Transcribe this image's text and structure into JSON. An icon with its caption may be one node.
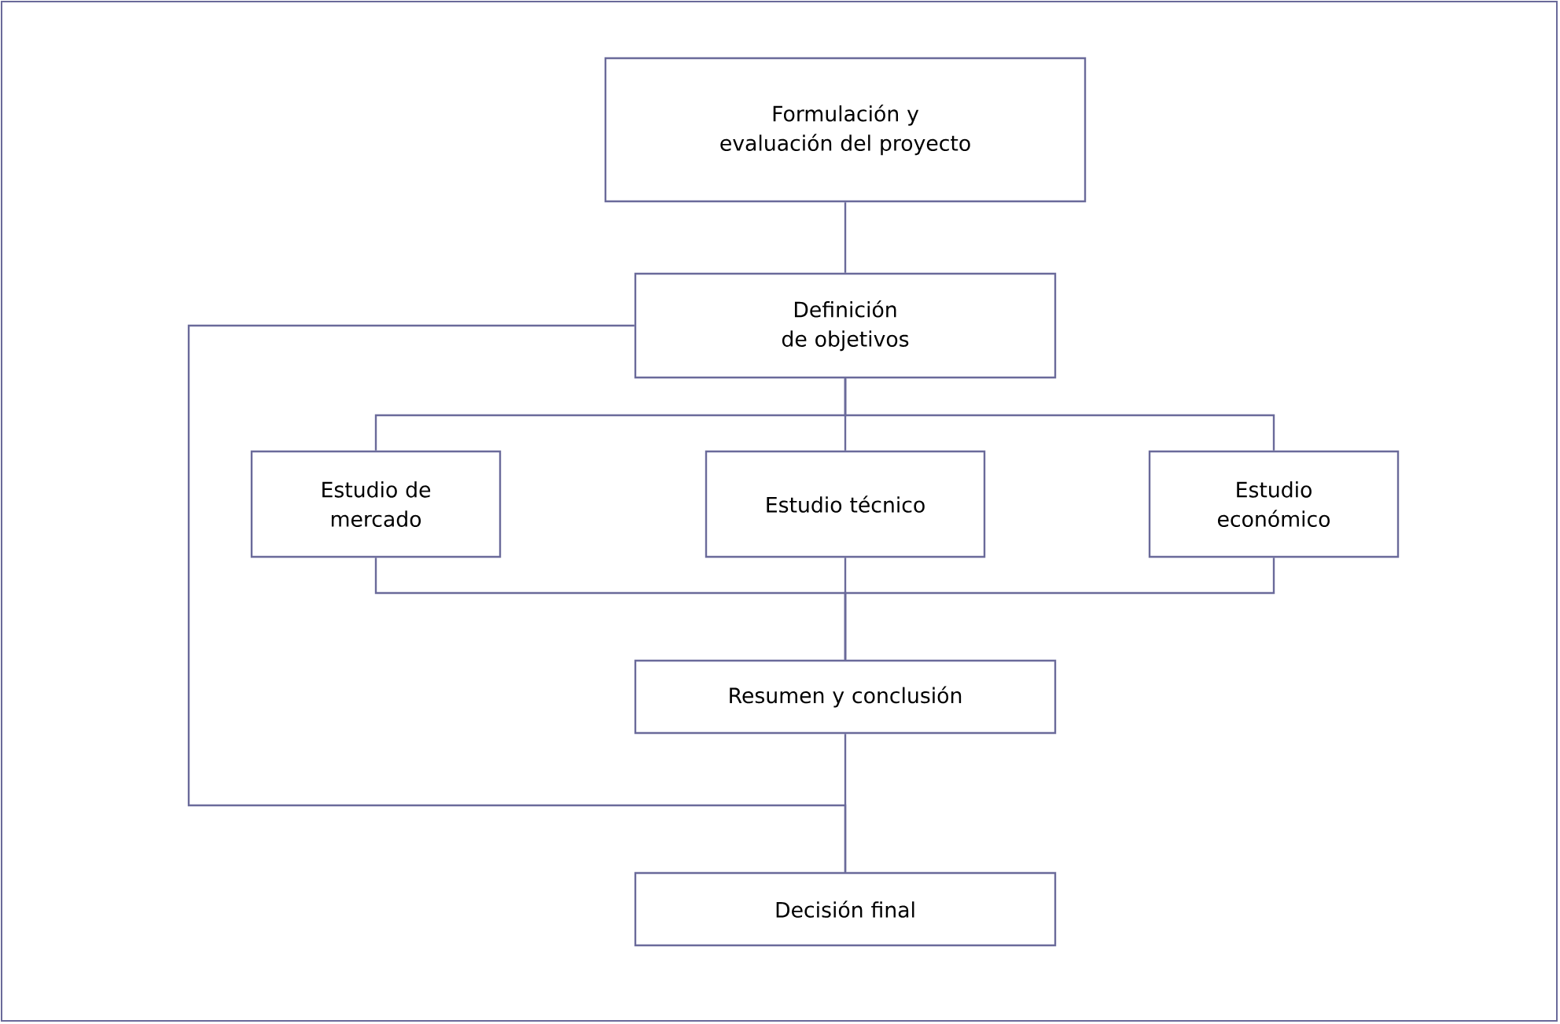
{
  "diagram": {
    "nodes": [
      {
        "text": [
          "Formulación y evaluación del proyecto"
        ]
      },
      {
        "text": [
          "Definición de objetivos"
        ]
      },
      {
        "text": [
          "Estudio de mercado"
        ]
      },
      {
        "text": [
          "Estudio técnico"
        ]
      },
      {
        "text": [
          "Estudio económico"
        ]
      },
      {
        "text": [
          "Resumen y conclusión"
        ]
      },
      {
        "text": [
          "Decisión final"
        ]
      }
    ],
    "edges": [
      {
        "from": 0,
        "to": 1,
        "arrow": "none"
      },
      {
        "from": 1,
        "to": 2,
        "arrow": "none"
      },
      {
        "from": 1,
        "to": 3,
        "arrow": "none"
      },
      {
        "from": 1,
        "to": 4,
        "arrow": "none"
      },
      {
        "from": 2,
        "to": 5,
        "arrow": "none"
      },
      {
        "from": 3,
        "to": 5,
        "arrow": "none"
      },
      {
        "from": 4,
        "to": 5,
        "arrow": "none"
      },
      {
        "from": 5,
        "to": 6,
        "arrow": "none"
      },
      {
        "from": 1,
        "to": 6,
        "arrow": "none"
      }
    ]
  }
}
